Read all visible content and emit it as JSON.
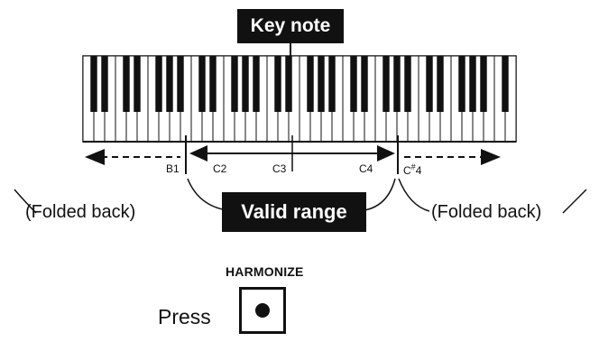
{
  "labels": {
    "key_note": "Key note",
    "valid_range": "Valid range",
    "folded_back_left": "(Folded back)",
    "folded_back_right": "(Folded back)",
    "harmonize": "HARMONIZE",
    "press": "Press"
  },
  "keyboard": {
    "note_labels": {
      "b1": "B1",
      "c2": "C2",
      "c3": "C3",
      "c4": "C4",
      "cs4_pre": "C",
      "cs4_sup": "#",
      "cs4_post": "4"
    }
  },
  "icons": {
    "arrow": "arrow-icon",
    "button_dot": "dot-icon"
  },
  "colors": {
    "ink": "#111111",
    "paper": "#ffffff",
    "label_text": "#ffffff"
  }
}
